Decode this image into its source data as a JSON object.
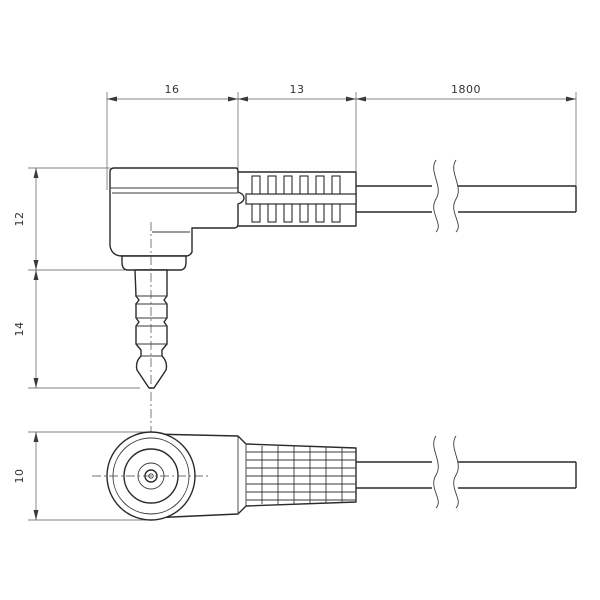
{
  "diagram": {
    "dimensions": {
      "top_plug_length": "16",
      "relief_length": "13",
      "cable_length": "1800",
      "body_height": "12",
      "pin_length": "14",
      "body_width": "10"
    }
  }
}
